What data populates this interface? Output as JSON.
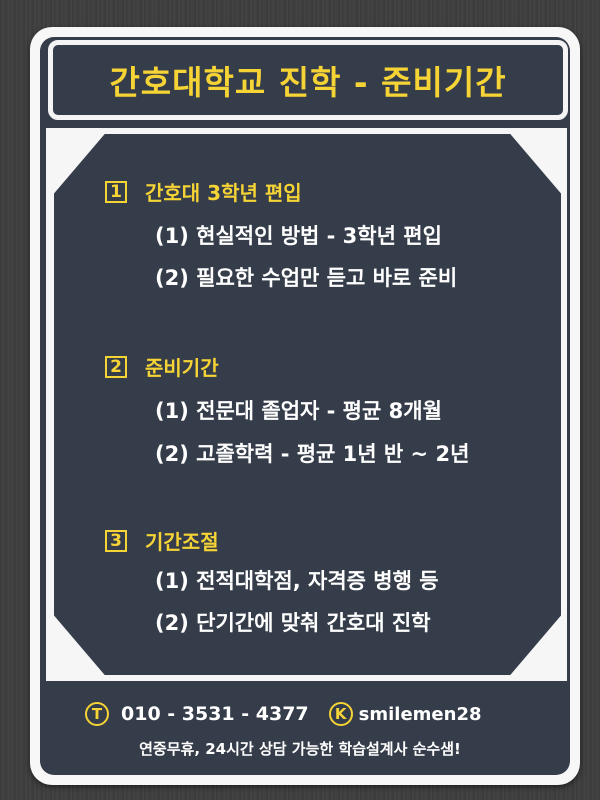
{
  "title": "간호대학교 진학 - 준비기간",
  "sections": [
    {
      "number": "1",
      "title": "간호대 3학년 편입",
      "items": [
        "(1) 현실적인 방법 - 3학년 편입",
        "(2) 필요한 수업만 듣고 바로 준비"
      ]
    },
    {
      "number": "2",
      "title": "준비기간",
      "items": [
        "(1) 전문대 졸업자 - 평균 8개월",
        "(2) 고졸학력 - 평균 1년 반 ~ 2년"
      ]
    },
    {
      "number": "3",
      "title": "기간조절",
      "items": [
        "(1) 전적대학점, 자격증 병행 등",
        "(2) 단기간에 맞춰 간호대 진학"
      ]
    }
  ],
  "footer": {
    "phone_icon_letter": "T",
    "phone": "010 - 3531 - 4377",
    "kakao_icon_letter": "K",
    "kakao_id": "smilemen28",
    "note": "연중무휴, 24시간 상담 가능한 학습설계사 순수샘!"
  },
  "colors": {
    "accent_yellow": "#f6d435",
    "panel": "#363d4a",
    "frame": "#f6f6f6",
    "text": "#ffffff"
  }
}
